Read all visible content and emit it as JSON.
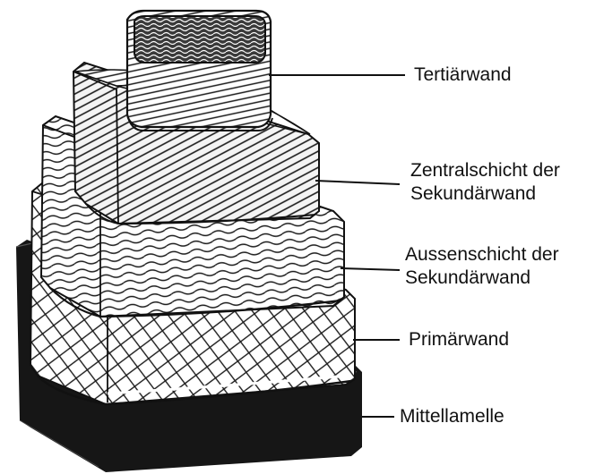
{
  "labels": {
    "tertiaerwand": "Tertiärwand",
    "zentral": {
      "line1": "Zentralschicht der",
      "line2": "Sekundärwand"
    },
    "aussen": {
      "line1": "Aussenschicht der",
      "line2": "Sekundärwand"
    },
    "primaerwand": "Primärwand",
    "mittellamelle": "Mittellamelle"
  },
  "colors": {
    "ink": "#111111",
    "paper": "#ffffff",
    "base": "#161616"
  }
}
